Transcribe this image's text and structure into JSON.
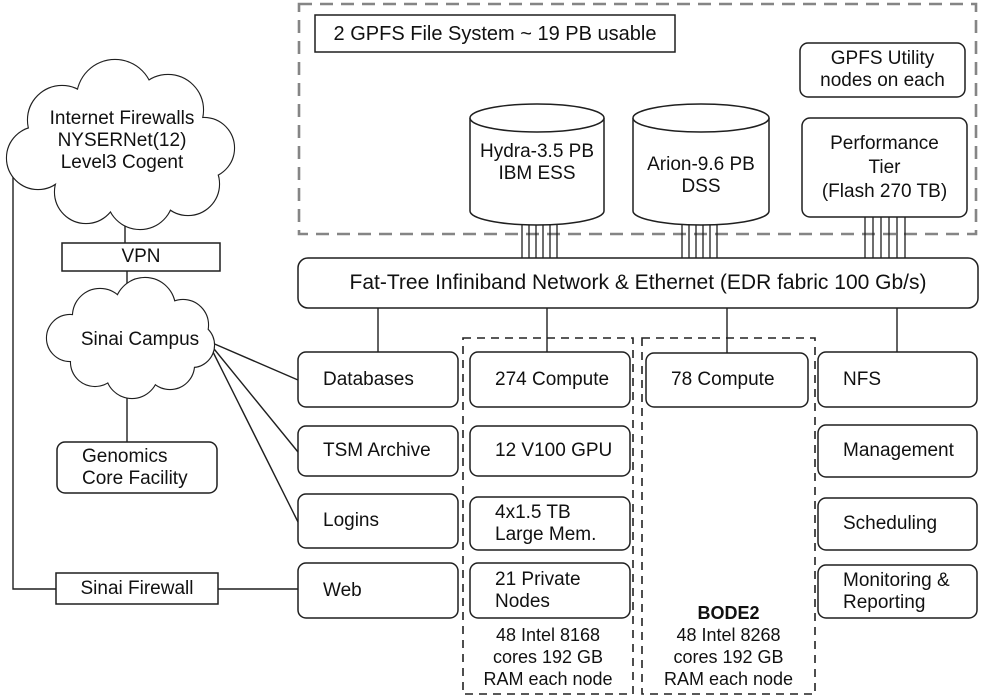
{
  "diagram": {
    "internet_cloud": "Internet Firewalls\nNYSERNet(12)\nLevel3 Cogent",
    "vpn": "VPN",
    "sinai_campus_cloud": "Sinai Campus",
    "genomics": "Genomics\nCore Facility",
    "sinai_firewall": "Sinai Firewall",
    "gpfs": {
      "banner": "2 GPFS File System ~ 19 PB usable",
      "utility_note": "GPFS Utility\nnodes on each",
      "hydra": "Hydra-3.5 PB\nIBM ESS",
      "arion": "Arion-9.6 PB\nDSS",
      "performance_tier": "Performance\nTier\n(Flash 270 TB)"
    },
    "network_backbone": "Fat-Tree Infiniband Network & Ethernet (EDR fabric 100 Gb/s)",
    "services_left": [
      "Databases",
      "TSM Archive",
      "Logins",
      "Web"
    ],
    "compute_cluster": {
      "rows": [
        "274 Compute",
        "12 V100 GPU",
        "4x1.5 TB\nLarge Mem.",
        "21 Private\nNodes"
      ],
      "footer": "48 Intel 8168\ncores 192 GB\nRAM each node"
    },
    "bode2": {
      "title": "BODE2",
      "rows": [
        "78 Compute"
      ],
      "footer": "48 Intel 8268\ncores 192 GB\nRAM each node"
    },
    "services_right": [
      "NFS",
      "Management",
      "Scheduling",
      "Monitoring &\nReporting"
    ],
    "colors": {
      "line": "#1f1f1f",
      "gpfs_dash": "#858585",
      "inner_dash": "#222222",
      "background": "#ffffff"
    }
  }
}
